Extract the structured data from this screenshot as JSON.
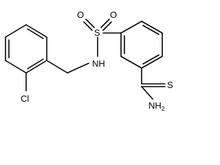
{
  "molecule": {
    "atoms": {
      "sulfur": "S",
      "oxygen_left": "O",
      "oxygen_right": "O",
      "amine_nh": "NH",
      "chlorine": "Cl",
      "thione_s": "S",
      "amide_nh2": "NH",
      "amide_nh2_subscript": "2"
    }
  }
}
